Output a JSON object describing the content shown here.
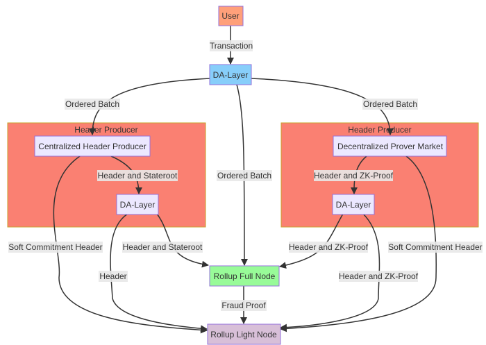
{
  "colors": {
    "user_fill": "#ffa07a",
    "da_fill": "#87cefa",
    "full_node_fill": "#98fb98",
    "light_node_fill": "#d8bfd8",
    "cluster_fill": "#fa8072",
    "cluster_stroke": "#c8a22a",
    "node_fill": "#ece8ff",
    "node_stroke": "#9370db",
    "edge": "#333333",
    "label_bg": "#e8e8e8"
  },
  "clusters": {
    "left": {
      "title": "Header Producer"
    },
    "right": {
      "title": "Header Producer"
    }
  },
  "nodes": {
    "user": "User",
    "da_top": "DA-Layer",
    "central_producer": "Centralized Header Producer",
    "decentral_market": "Decentralized Prover Market",
    "da_left": "DA-Layer",
    "da_right": "DA-Layer",
    "full_node": "Rollup Full Node",
    "light_node": "Rollup Light Node"
  },
  "edges": {
    "user_to_da": "Transaction",
    "da_to_left": "Ordered Batch",
    "da_to_full": "Ordered Batch",
    "da_to_right": "Ordered Batch",
    "central_to_da_left": "Header and Stateroot",
    "market_to_da_right": "Header and ZK-Proof",
    "central_soft": "Soft Commitment Header",
    "market_soft": "Soft Commitment Header",
    "da_left_to_full": "Header and Stateroot",
    "da_right_to_full": "Header and ZK-Proof",
    "da_left_to_light": "Header",
    "da_right_to_light": "Header and ZK-Proof",
    "full_to_light": "Fraud Proof"
  }
}
